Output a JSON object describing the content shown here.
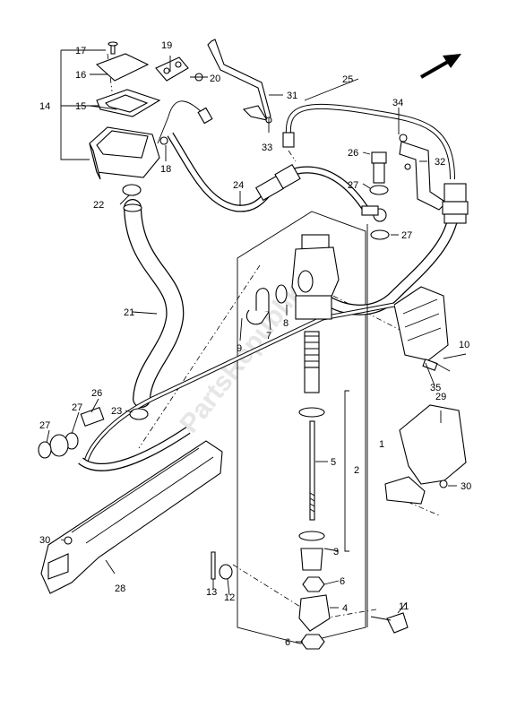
{
  "watermark": "PartsRepublik",
  "callouts": {
    "c1": "1",
    "c2": "2",
    "c3": "3",
    "c4": "4",
    "c5": "5",
    "c6a": "6",
    "c6b": "6",
    "c7": "7",
    "c8": "8",
    "c9": "9",
    "c10": "10",
    "c11": "11",
    "c12": "12",
    "c13": "13",
    "c14": "14",
    "c15": "15",
    "c16": "16",
    "c17": "17",
    "c18": "18",
    "c19": "19",
    "c20": "20",
    "c21": "21",
    "c22": "22",
    "c23": "23",
    "c24": "24",
    "c25": "25",
    "c26a": "26",
    "c26b": "26",
    "c27a": "27",
    "c27b": "27",
    "c27c": "27",
    "c27d": "27",
    "c28": "28",
    "c29": "29",
    "c30a": "30",
    "c30b": "30",
    "c31": "31",
    "c32": "32",
    "c33": "33",
    "c34": "34",
    "c35": "35"
  }
}
